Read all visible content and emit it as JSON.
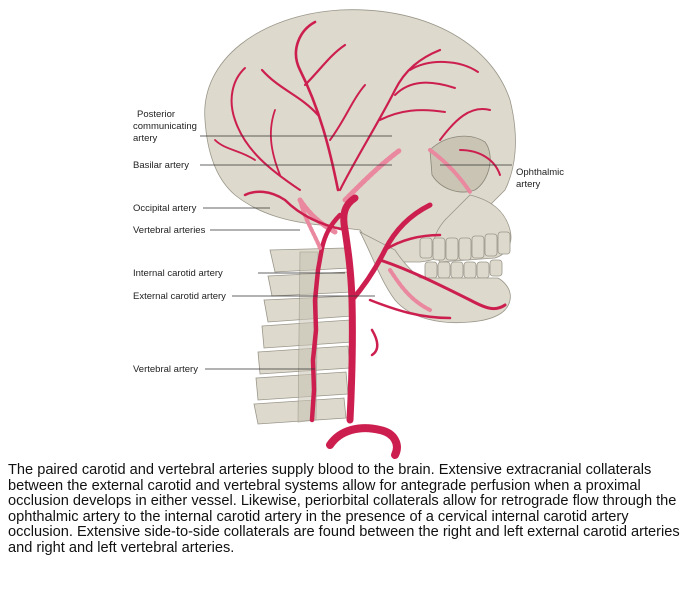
{
  "labels": {
    "posterior_communicating": [
      "Posterior",
      "communicating",
      "artery"
    ],
    "basilar": "Basilar artery",
    "occipital": "Occipital artery",
    "vertebral_arteries": "Vertebral arteries",
    "internal_carotid": "Internal carotid artery",
    "external_carotid": "External carotid artery",
    "vertebral_artery": "Vertebral artery",
    "ophthalmic": [
      "Ophthalmic",
      "artery"
    ]
  },
  "caption": "The paired carotid and vertebral arteries supply blood to the brain. Extensive extracranial collaterals between the external carotid and vertebral systems allow for antegrade perfusion when a proximal occlusion develops in either vessel. Likewise, periorbital collaterals allow for retrograde flow through the ophthalmic artery to the internal carotid artery in the presence of a cervical internal carotid artery occlusion. Extensive side-to-side collaterals are found between the right and left external carotid arteries and right and left vertebral arteries.",
  "colors": {
    "artery": "#cc1f4f",
    "collateral": "#e9889f",
    "bone": "#ddd9cc"
  }
}
